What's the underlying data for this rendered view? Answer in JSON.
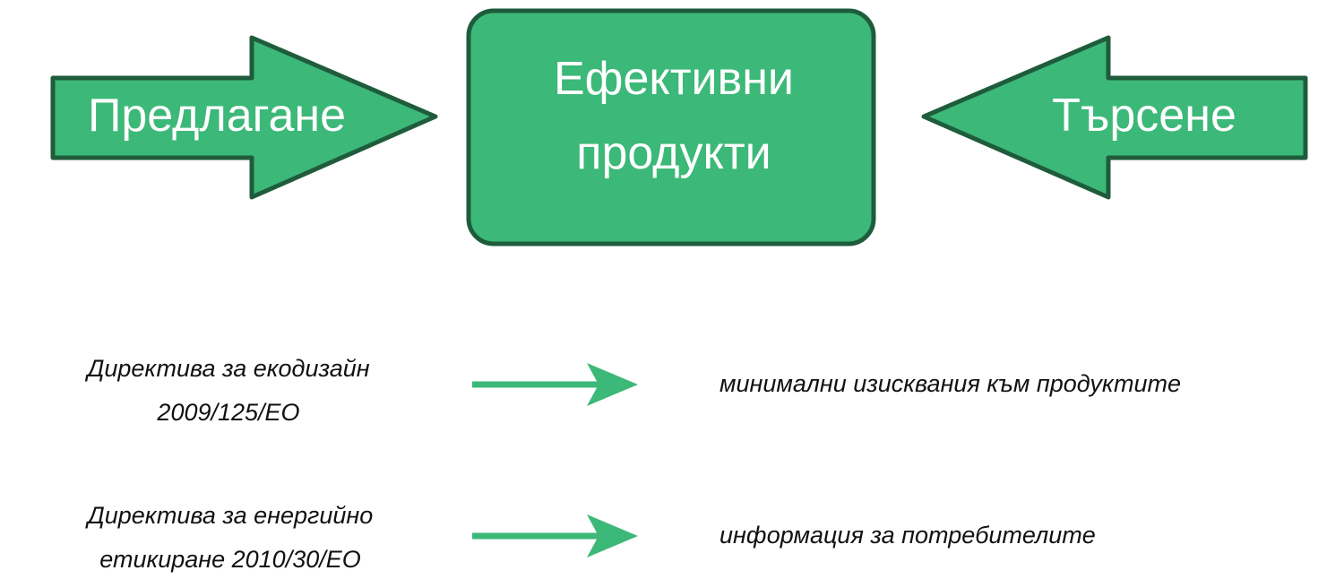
{
  "top": {
    "supply_label": "Предлагане",
    "center_line1": "Ефективни",
    "center_line2": "продукти",
    "demand_label": "Търсене"
  },
  "rows": [
    {
      "directive_line1": "Директива за екодизайн",
      "directive_line2": "2009/125/ЕО",
      "result": "минимални изисквания към продуктите"
    },
    {
      "directive_line1": "Директива за енергийно",
      "directive_line2": "етикиране 2010/30/ЕО",
      "result": "информация за потребителите"
    }
  ],
  "colors": {
    "fill": "#3cb878",
    "stroke": "#1e5c3c",
    "text": "#111111"
  }
}
